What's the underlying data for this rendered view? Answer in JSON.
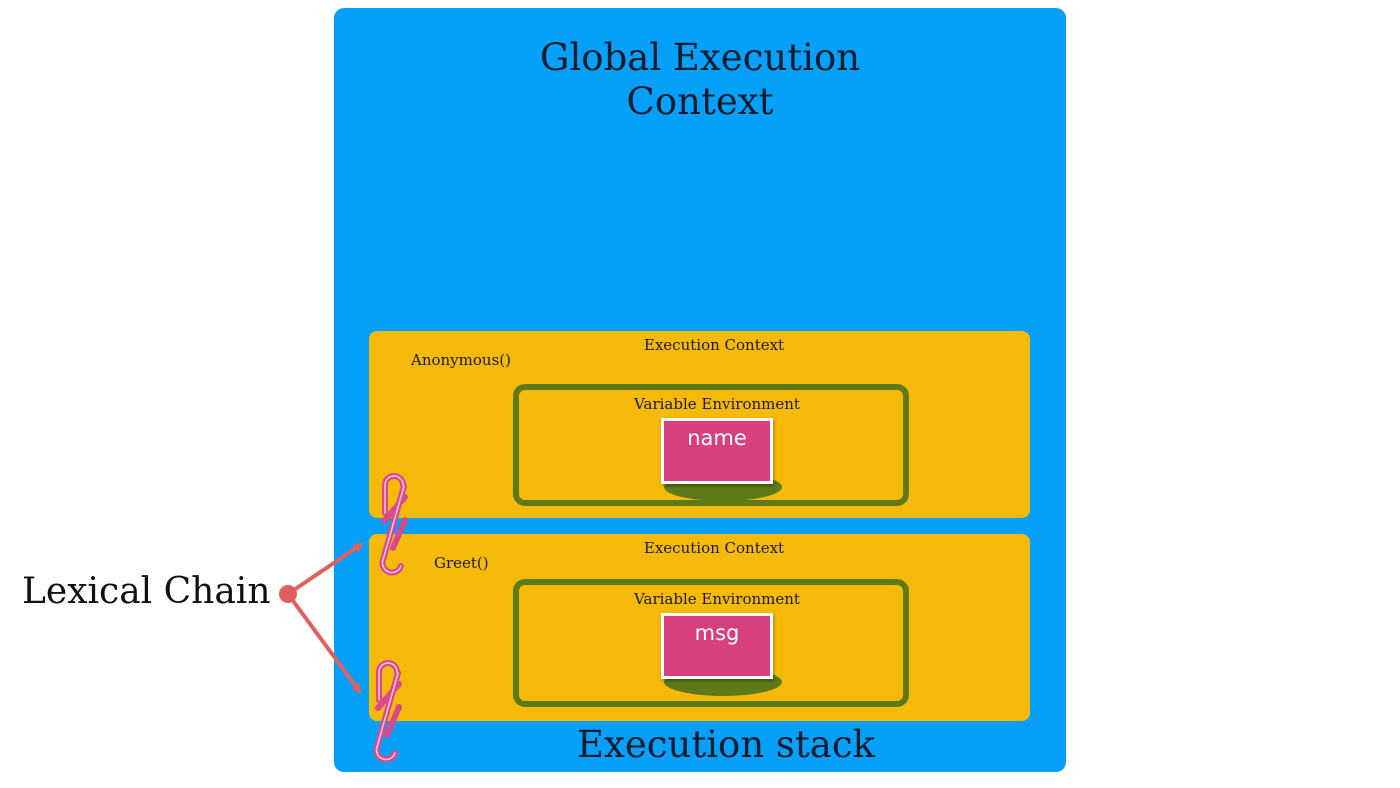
{
  "global_context": {
    "title": "Global Execution\nContext"
  },
  "execution_stack": {
    "label": "Execution stack"
  },
  "contexts": [
    {
      "title": "Execution Context",
      "function": "Anonymous()",
      "variable_environment": {
        "title": "Variable Environment",
        "variable": "name"
      }
    },
    {
      "title": "Execution Context",
      "function": "Greet()",
      "variable_environment": {
        "title": "Variable Environment",
        "variable": "msg"
      }
    }
  ],
  "lexical_chain": {
    "label": "Lexical Chain"
  },
  "colors": {
    "global_bg": "#069ff9",
    "context_bg": "#f5b909",
    "variable_env_border": "#5e7a18",
    "variable_card": "#d83f7f",
    "chain_link": "#d94a8c",
    "arrow": "#e0605e"
  }
}
